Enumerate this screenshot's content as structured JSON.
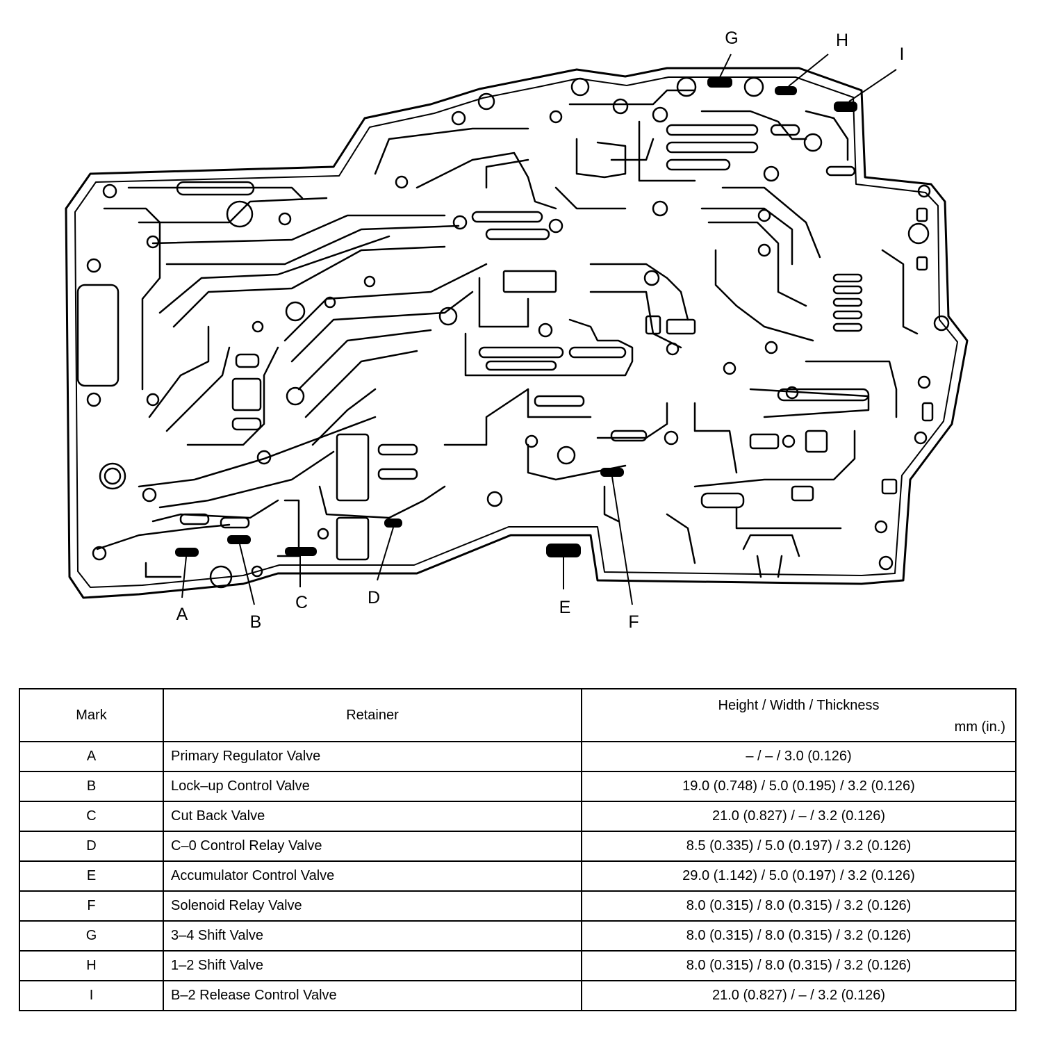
{
  "diagram": {
    "callouts": [
      {
        "mark": "A"
      },
      {
        "mark": "B"
      },
      {
        "mark": "C"
      },
      {
        "mark": "D"
      },
      {
        "mark": "E"
      },
      {
        "mark": "F"
      },
      {
        "mark": "G"
      },
      {
        "mark": "H"
      },
      {
        "mark": "I"
      }
    ]
  },
  "table": {
    "headers": {
      "mark": "Mark",
      "retainer": "Retainer",
      "dimensions": "Height / Width / Thickness",
      "unit": "mm (in.)"
    },
    "rows": [
      {
        "mark": "A",
        "retainer": "Primary Regulator Valve",
        "dims": "– / – / 3.0 (0.126)"
      },
      {
        "mark": "B",
        "retainer": "Lock–up  Control Valve",
        "dims": "19.0 (0.748) / 5.0 (0.195) / 3.2 (0.126)"
      },
      {
        "mark": "C",
        "retainer": "Cut  Back Valve",
        "dims": "21.0 (0.827) / – / 3.2 (0.126)"
      },
      {
        "mark": "D",
        "retainer": "C–0 Control Relay Valve",
        "dims": "8.5 (0.335) / 5.0 (0.197) / 3.2 (0.126)"
      },
      {
        "mark": "E",
        "retainer": "Accumulator Control Valve",
        "dims": "29.0 (1.142) / 5.0 (0.197) / 3.2 (0.126)"
      },
      {
        "mark": "F",
        "retainer": "Solenoid Relay Valve",
        "dims": "8.0 (0.315) / 8.0 (0.315) / 3.2 (0.126)"
      },
      {
        "mark": "G",
        "retainer": "3–4 Shift Valve",
        "dims": "8.0 (0.315) / 8.0 (0.315) / 3.2 (0.126)"
      },
      {
        "mark": "H",
        "retainer": "1–2 Shift Valve",
        "dims": "8.0 (0.315) / 8.0 (0.315) / 3.2 (0.126)"
      },
      {
        "mark": "I",
        "retainer": "B–2 Release Control Valve",
        "dims": "21.0 (0.827) / – / 3.2 (0.126)"
      }
    ]
  }
}
